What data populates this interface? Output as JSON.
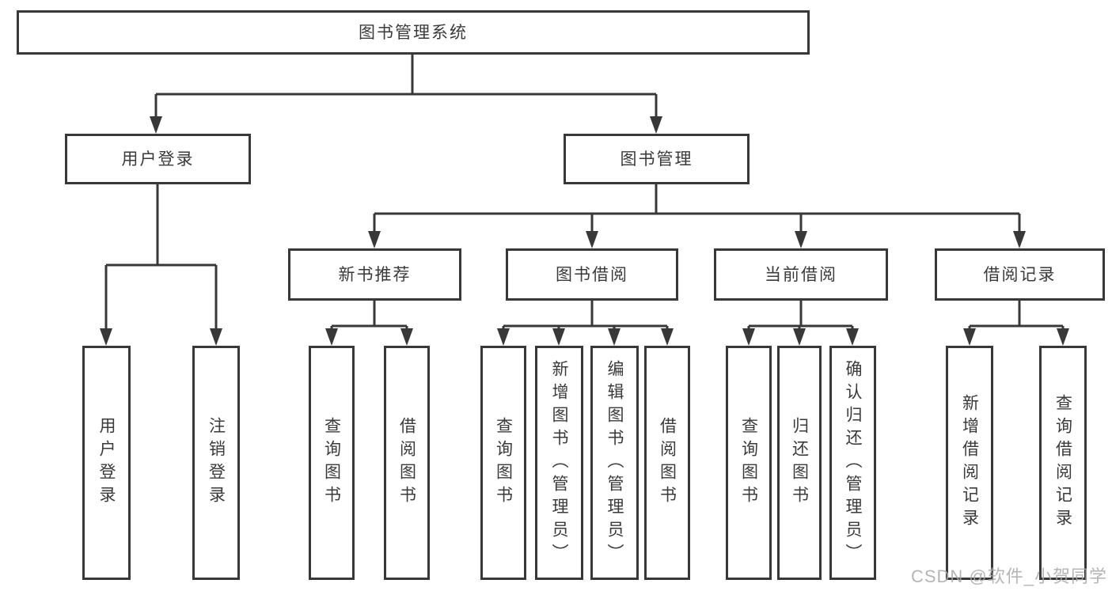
{
  "tree": {
    "root": {
      "label": "图书管理系统"
    },
    "branches": [
      {
        "label": "用户登录",
        "children": [
          {
            "label": "用户登录"
          },
          {
            "label": "注销登录"
          }
        ]
      },
      {
        "label": "图书管理",
        "children": [
          {
            "label": "新书推荐",
            "children": [
              {
                "label": "查询图书"
              },
              {
                "label": "借阅图书"
              }
            ]
          },
          {
            "label": "图书借阅",
            "children": [
              {
                "label": "查询图书"
              },
              {
                "label": "新增图书（管理员）"
              },
              {
                "label": "编辑图书（管理员）"
              },
              {
                "label": "借阅图书"
              }
            ]
          },
          {
            "label": "当前借阅",
            "children": [
              {
                "label": "查询图书"
              },
              {
                "label": "归还图书"
              },
              {
                "label": "确认归还（管理员）"
              }
            ]
          },
          {
            "label": "借阅记录",
            "children": [
              {
                "label": "新增借阅记录"
              },
              {
                "label": "查询借阅记录"
              }
            ]
          }
        ]
      }
    ]
  },
  "watermark": "CSDN @软件_小贺同学",
  "colors": {
    "line": "#383838",
    "text": "#3a3a3a",
    "background": "#ffffff",
    "watermark": "#a9a9a9"
  }
}
